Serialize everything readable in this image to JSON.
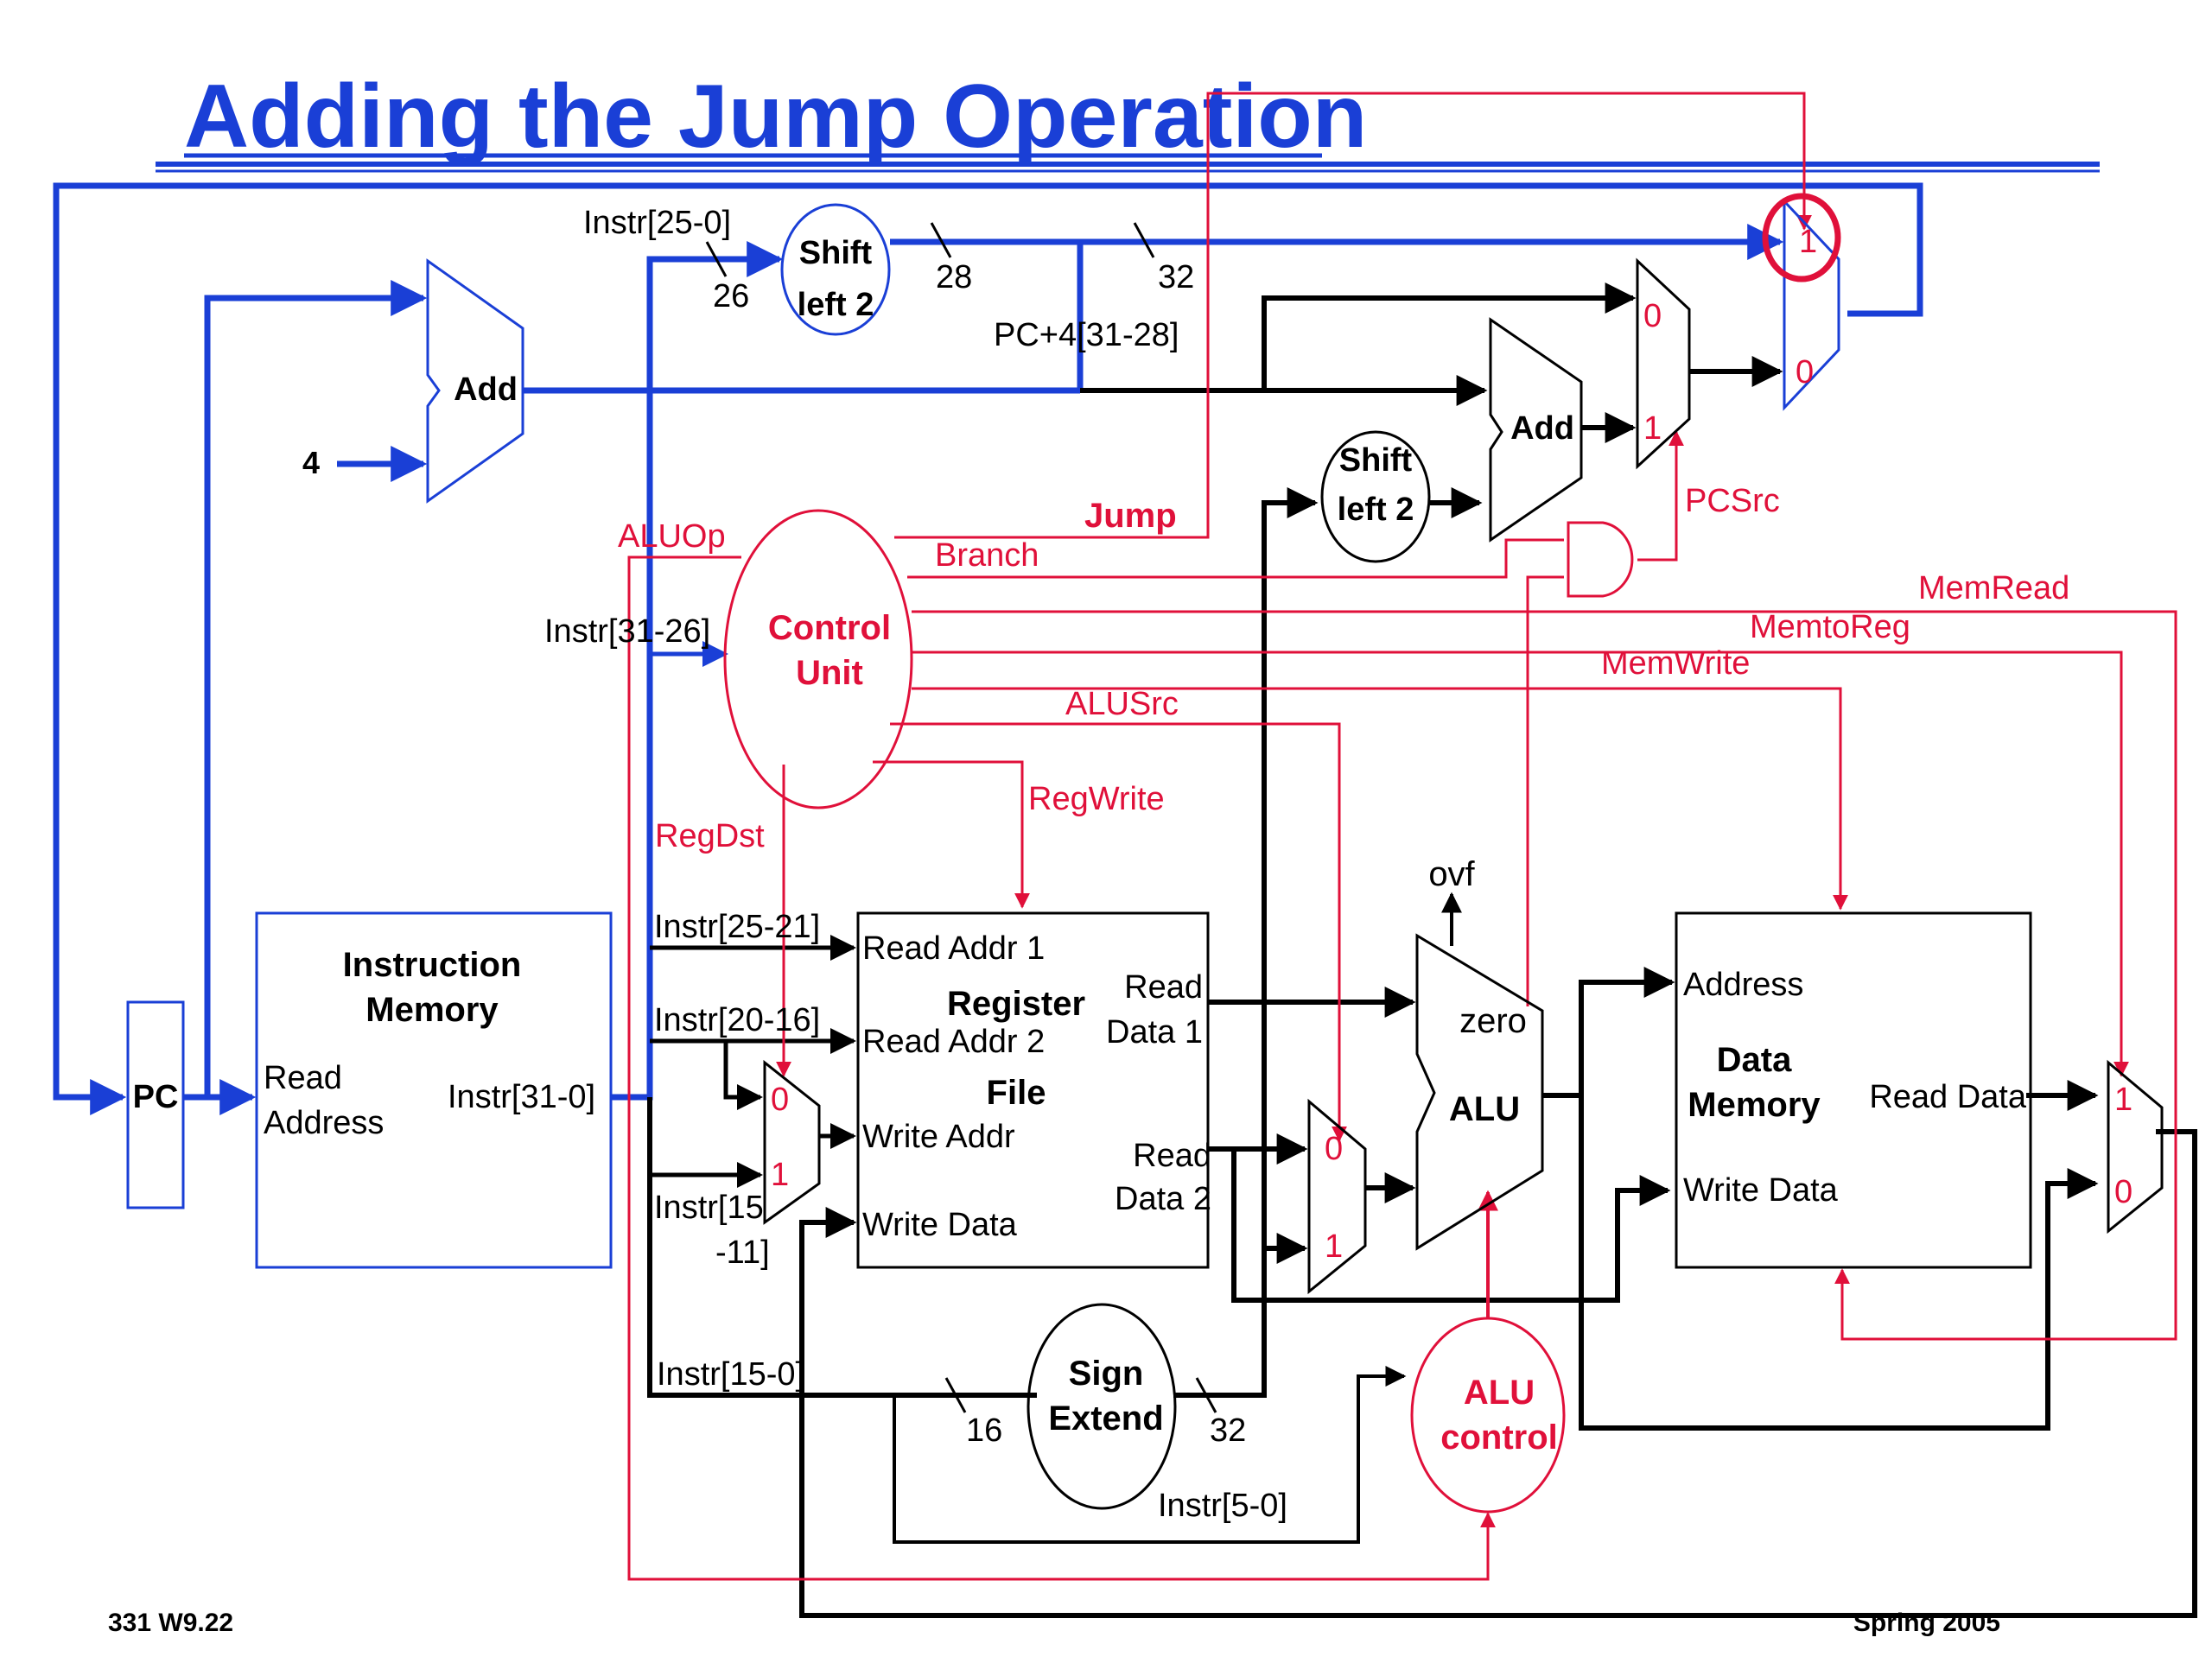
{
  "title": "Adding the Jump Operation",
  "footer": {
    "left": "331  W9.22",
    "right": "Spring 2005"
  },
  "colors": {
    "blue": "#1a3fd6",
    "red": "#e0103a",
    "black": "#000000"
  },
  "blocks": {
    "pc": "PC",
    "add_top": "Add",
    "four": "4",
    "shift_top_1": "Shift",
    "shift_top_2": "left 2",
    "shift_mid_1": "Shift",
    "shift_mid_2": "left 2",
    "add_branch": "Add",
    "control_1": "Control",
    "control_2": "Unit",
    "imem_1": "Instruction",
    "imem_2": "Memory",
    "imem_read_1": "Read",
    "imem_read_2": "Address",
    "imem_out": "Instr[31-0]",
    "reg_title_1": "Register",
    "reg_title_2": "File",
    "reg_read_addr1": "Read Addr 1",
    "reg_read_addr2": "Read Addr 2",
    "reg_write_addr": "Write Addr",
    "reg_write_data": "Write Data",
    "reg_read_data1_a": "Read",
    "reg_read_data1_b": "Data 1",
    "reg_read_data2_a": "Read",
    "reg_read_data2_b": "Data 2",
    "alu": "ALU",
    "zero": "zero",
    "ovf": "ovf",
    "sign_1": "Sign",
    "sign_2": "Extend",
    "alu_ctrl_1": "ALU",
    "alu_ctrl_2": "control",
    "dmem_address": "Address",
    "dmem_title_1": "Data",
    "dmem_title_2": "Memory",
    "dmem_read_data": "Read Data",
    "dmem_write_data": "Write Data"
  },
  "labels": {
    "instr_25_0": "Instr[25-0]",
    "w26": "26",
    "w28": "28",
    "w32_top": "32",
    "pc4": "PC+4[31-28]",
    "instr_31_26": "Instr[31-26]",
    "instr_25_21": "Instr[25-21]",
    "instr_20_16": "Instr[20-16]",
    "instr_15_a": "Instr[15",
    "instr_15_b": "-11]",
    "instr_15_0": "Instr[15-0]",
    "w16": "16",
    "w32_bottom": "32",
    "instr_5_0": "Instr[5-0]"
  },
  "signals": {
    "jump": "Jump",
    "branch": "Branch",
    "aluop": "ALUOp",
    "memread": "MemRead",
    "memtoreg": "MemtoReg",
    "memwrite": "MemWrite",
    "alusrc": "ALUSrc",
    "regwrite": "RegWrite",
    "regdst": "RegDst",
    "pcsrc": "PCSrc"
  },
  "mux_inputs": {
    "jump_top": "1",
    "jump_bottom": "0",
    "branch_top": "0",
    "branch_bottom": "1",
    "regdst_top": "0",
    "regdst_bottom": "1",
    "alusrc_top": "0",
    "alusrc_bottom": "1",
    "memtoreg_top": "1",
    "memtoreg_bottom": "0"
  }
}
